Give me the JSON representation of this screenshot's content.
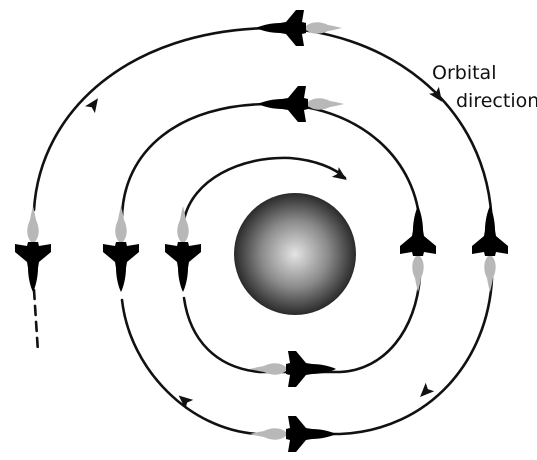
{
  "label": {
    "line1": "Orbital",
    "line2": "direction"
  },
  "colors": {
    "background": "#ffffff",
    "path": "#111111",
    "shuttle": "#000000",
    "exhaust": "#b8b8b8",
    "planet_light": "#e4e4e4",
    "planet_dark": "#2a2a2a"
  },
  "icons": {
    "planet": "planet-sphere",
    "shuttle": "space-shuttle-icon",
    "arrow": "arrowhead-icon"
  }
}
